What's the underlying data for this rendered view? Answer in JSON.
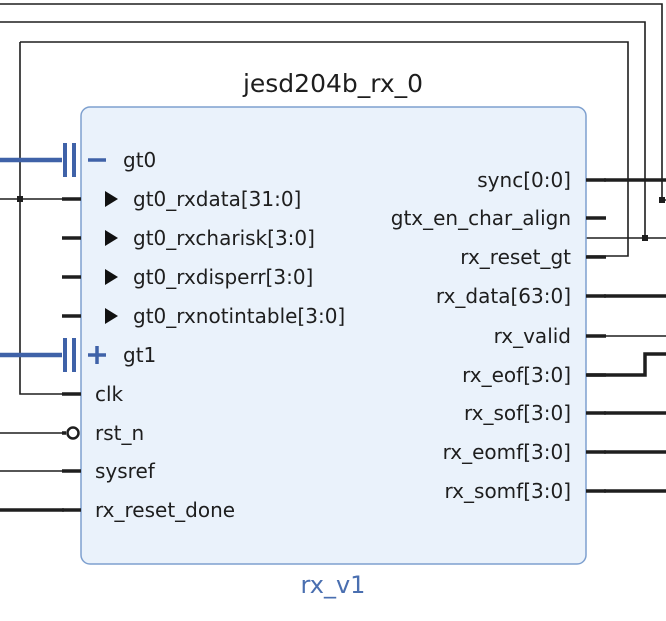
{
  "block": {
    "title": "jesd204b_rx_0",
    "instance": "rx_v1",
    "colors": {
      "fill": "#eaf2fb",
      "border": "#7ea0cf",
      "wire": "#1e1e1e",
      "bus": "#3f62a8"
    }
  },
  "interfaces": [
    {
      "label": "gt0",
      "symbol": "collapse",
      "expanded": true
    },
    {
      "label": "gt1",
      "symbol": "expand",
      "expanded": false
    }
  ],
  "gt0_subpins": [
    {
      "label": "gt0_rxdata[31:0]"
    },
    {
      "label": "gt0_rxcharisk[3:0]"
    },
    {
      "label": "gt0_rxdisperr[3:0]"
    },
    {
      "label": "gt0_rxnotintable[3:0]"
    }
  ],
  "left_pins": [
    {
      "label": "clk"
    },
    {
      "label": "rst_n",
      "inverted": true
    },
    {
      "label": "sysref"
    },
    {
      "label": "rx_reset_done"
    }
  ],
  "right_pins": [
    {
      "label": "sync[0:0]"
    },
    {
      "label": "gtx_en_char_align"
    },
    {
      "label": "rx_reset_gt"
    },
    {
      "label": "rx_data[63:0]"
    },
    {
      "label": "rx_valid"
    },
    {
      "label": "rx_eof[3:0]"
    },
    {
      "label": "rx_sof[3:0]"
    },
    {
      "label": "rx_eomf[3:0]"
    },
    {
      "label": "rx_somf[3:0]"
    }
  ]
}
